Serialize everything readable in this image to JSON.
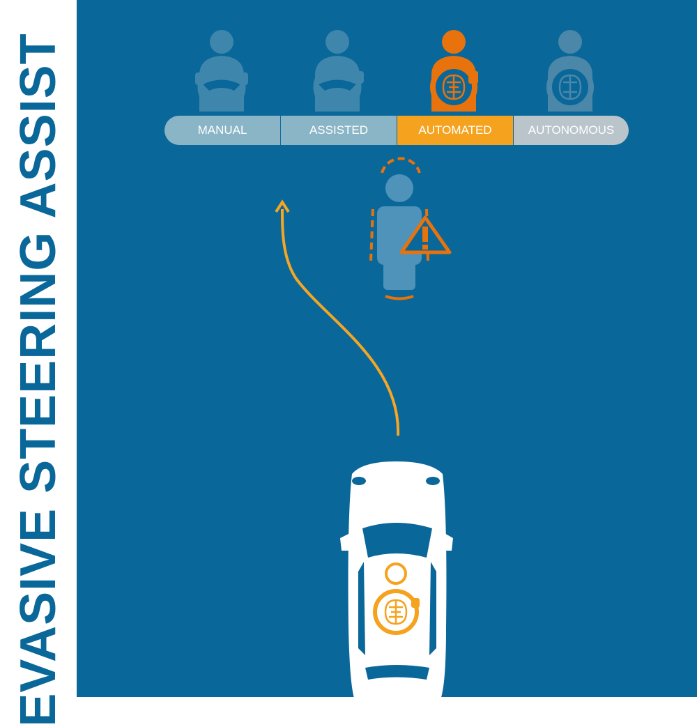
{
  "title": "EVASIVE STEERING ASSIST",
  "levels": [
    {
      "label": "MANUAL",
      "state": "inactive"
    },
    {
      "label": "ASSISTED",
      "state": "inactive"
    },
    {
      "label": "AUTOMATED",
      "state": "active"
    },
    {
      "label": "AUTONOMOUS",
      "state": "disabled"
    }
  ],
  "colors": {
    "background": "#0a6799",
    "sidebar": "#ffffff",
    "title": "#0a6799",
    "accent_orange": "#e8730c",
    "path_yellow": "#f5a623",
    "segment_inactive": "#8ab5c6",
    "segment_active": "#f5a31f",
    "segment_disabled": "#b9c4cb",
    "faded_icon": "#3f86ad",
    "pedestrian": "#4f93ba",
    "car": "#ffffff"
  },
  "icons": {
    "driver_levels": [
      "driver-manual-icon",
      "driver-assisted-icon",
      "driver-automated-icon",
      "driver-autonomous-icon"
    ],
    "pedestrian": "pedestrian-icon",
    "warning": "warning-triangle-icon",
    "car": "car-topview-icon",
    "ai_brain": "ai-brain-icon"
  }
}
